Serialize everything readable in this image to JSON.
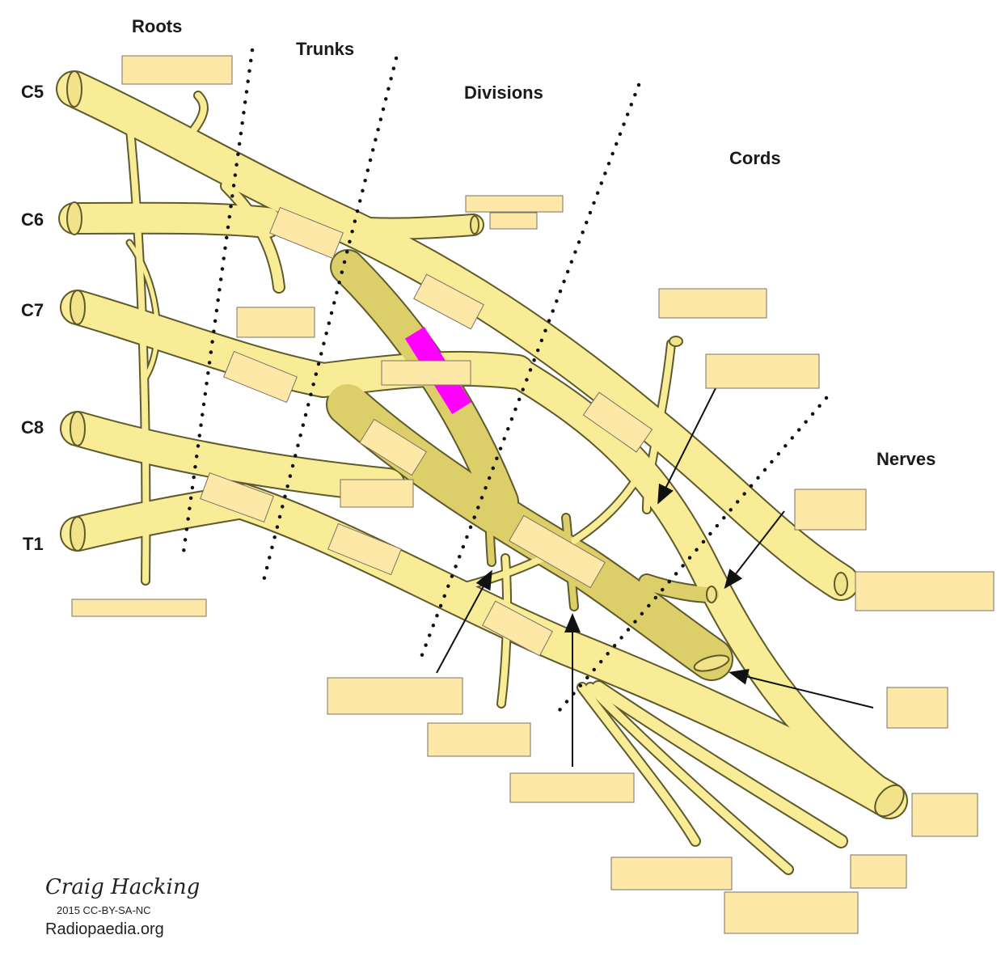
{
  "headers": {
    "roots": "Roots",
    "trunks": "Trunks",
    "divisions": "Divisions",
    "cords": "Cords",
    "nerves": "Nerves"
  },
  "root_labels": {
    "c5": "C5",
    "c6": "C6",
    "c7": "C7",
    "c8": "C8",
    "t1": "T1"
  },
  "credit": {
    "signature": "Craig Hacking",
    "license": "2015 CC-BY-SA-NC",
    "site": "Radiopaedia.org"
  },
  "colors": {
    "nerve_fill": "#f8ec96",
    "nerve_dark": "#dccf6a",
    "nerve_outline": "#5e5a2c",
    "label_box": "#fde8a8",
    "label_border": "#7a7266",
    "highlight": "#ff00ff"
  }
}
